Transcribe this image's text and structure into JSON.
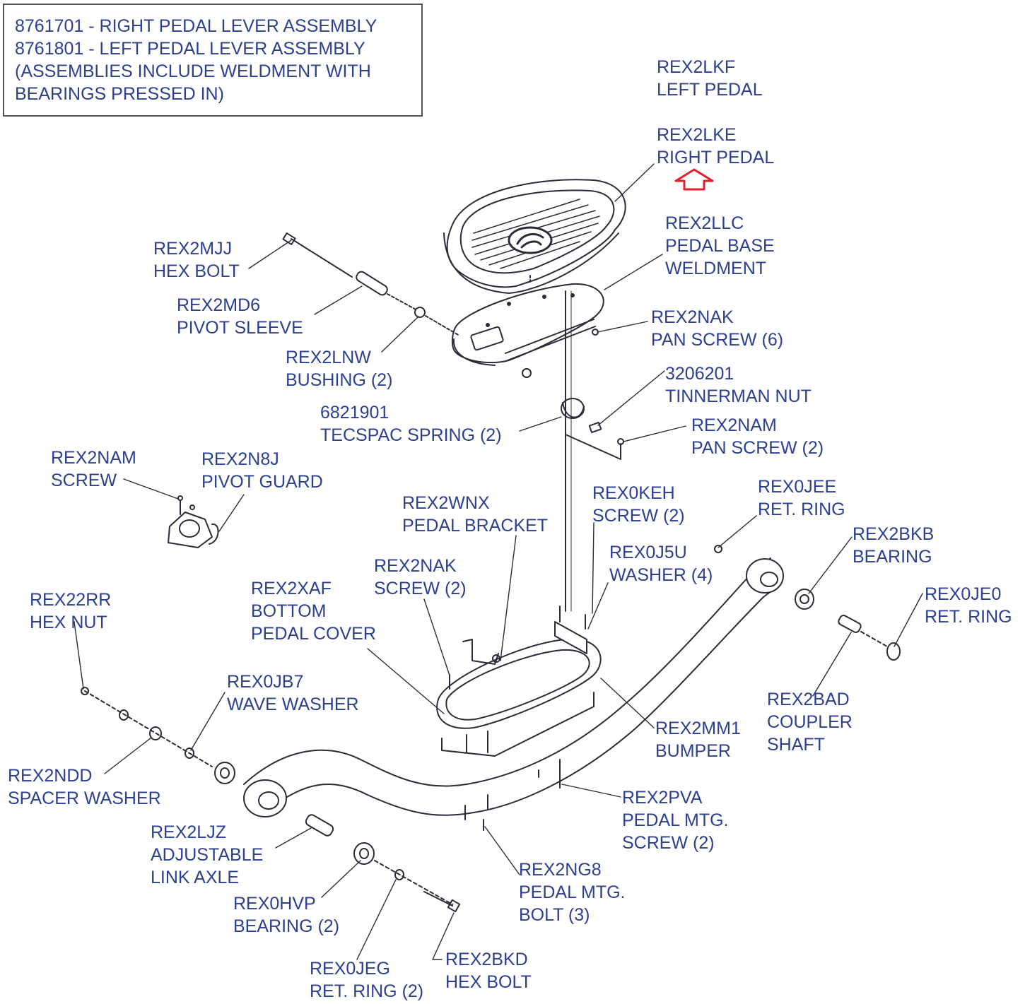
{
  "header_box": {
    "lines": [
      "8761701 - RIGHT PEDAL LEVER ASSEMBLY",
      "8761801 - LEFT PEDAL LEVER ASSEMBLY",
      "(ASSEMBLIES INCLUDE WELDMENT WITH",
      "BEARINGS PRESSED IN)"
    ]
  },
  "colors": {
    "label": "#2d3f8f",
    "drawing": "#2b2b3a",
    "highlight_arrow": "#e0202a"
  },
  "labels": {
    "left_pedal": {
      "line1": "REX2LKF",
      "line2": "LEFT PEDAL"
    },
    "right_pedal": {
      "line1": "REX2LKE",
      "line2": "RIGHT PEDAL"
    },
    "pedal_base": {
      "line1": "REX2LLC",
      "line2": "PEDAL BASE",
      "line3": "WELDMENT"
    },
    "hex_bolt_top": {
      "line1": "REX2MJJ",
      "line2": "HEX BOLT"
    },
    "pivot_sleeve": {
      "line1": "REX2MD6",
      "line2": "PIVOT SLEEVE"
    },
    "bushing": {
      "line1": "REX2LNW",
      "line2": "BUSHING (2)"
    },
    "pan_screw_6": {
      "line1": "REX2NAK",
      "line2": "PAN SCREW (6)"
    },
    "tinnerman_nut": {
      "line1": "3206201",
      "line2": "TINNERMAN NUT"
    },
    "tecspac_spring": {
      "line1": "6821901",
      "line2": "TECSPAC SPRING (2)"
    },
    "pan_screw_2": {
      "line1": "REX2NAM",
      "line2": "PAN SCREW (2)"
    },
    "screw_nam": {
      "line1": "REX2NAM",
      "line2": "SCREW"
    },
    "pivot_guard": {
      "line1": "REX2N8J",
      "line2": "PIVOT GUARD"
    },
    "pedal_bracket": {
      "line1": "REX2WNX",
      "line2": "PEDAL BRACKET"
    },
    "screw_keh": {
      "line1": "REX0KEH",
      "line2": "SCREW (2)"
    },
    "ret_ring_jee": {
      "line1": "REX0JEE",
      "line2": "RET. RING"
    },
    "bearing_bkb": {
      "line1": "REX2BKB",
      "line2": "BEARING"
    },
    "washer_j5u": {
      "line1": "REX0J5U",
      "line2": "WASHER (4)"
    },
    "screw_nak": {
      "line1": "REX2NAK",
      "line2": "SCREW (2)"
    },
    "bottom_cover": {
      "line1": "REX2XAF",
      "line2": "BOTTOM",
      "line3": "PEDAL COVER"
    },
    "hex_nut": {
      "line1": "REX22RR",
      "line2": "HEX NUT"
    },
    "ret_ring_je0": {
      "line1": "REX0JE0",
      "line2": "RET. RING"
    },
    "wave_washer": {
      "line1": "REX0JB7",
      "line2": "WAVE WASHER"
    },
    "bumper": {
      "line1": "REX2MM1",
      "line2": "BUMPER"
    },
    "coupler_shaft": {
      "line1": "REX2BAD",
      "line2": "COUPLER",
      "line3": "SHAFT"
    },
    "spacer_washer": {
      "line1": "REX2NDD",
      "line2": "SPACER WASHER"
    },
    "pedal_mtg_screw": {
      "line1": "REX2PVA",
      "line2": "PEDAL MTG.",
      "line3": "SCREW (2)"
    },
    "link_axle": {
      "line1": "REX2LJZ",
      "line2": "ADJUSTABLE",
      "line3": "LINK AXLE"
    },
    "pedal_mtg_bolt": {
      "line1": "REX2NG8",
      "line2": "PEDAL MTG.",
      "line3": "BOLT (3)"
    },
    "bearing_hvp": {
      "line1": "REX0HVP",
      "line2": "BEARING (2)"
    },
    "hex_bolt_bottom": {
      "line1": "REX2BKD",
      "line2": "HEX BOLT"
    },
    "ret_ring_jeg": {
      "line1": "REX0JEG",
      "line2": "RET. RING (2)"
    }
  }
}
